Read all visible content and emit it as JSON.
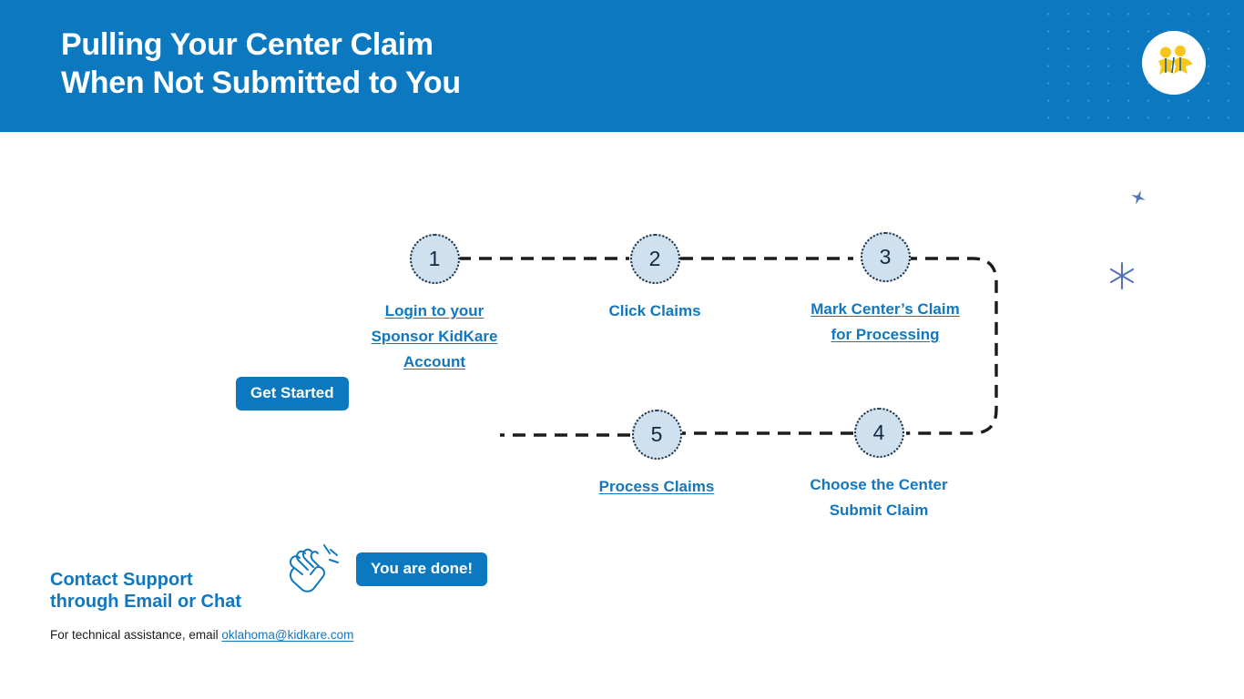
{
  "header": {
    "title": "Pulling Your Center Claim\nWhen Not Submitted to You",
    "logo_icon": "kidkare-two-figures-logo",
    "background_color": "#0b78bf",
    "title_color": "#ffffff"
  },
  "flow": {
    "start_badge": "Get Started",
    "end_badge": "You are done!",
    "clap_icon": "clapping-hands-icon",
    "circle_fill": "#cfe1ef",
    "circle_border": "#1b2b40",
    "label_color": "#1277bf",
    "steps": [
      {
        "number": "1",
        "label": "Login to your\nSponsor KidKare\nAccount",
        "is_link": true
      },
      {
        "number": "2",
        "label": "Click Claims",
        "is_link": false
      },
      {
        "number": "3",
        "label": "Mark Center’s\nClaim for\nProcessing",
        "is_link": true
      },
      {
        "number": "4",
        "label": "Choose the Center\nSubmit Claim",
        "is_link": false
      },
      {
        "number": "5",
        "label": "Process\nClaims",
        "is_link": true
      }
    ]
  },
  "footer": {
    "heading": "Contact Support\nthrough Email or Chat",
    "note_prefix": "For technical assistance, email ",
    "email": "oklahoma@kidkare.com "
  },
  "decor": {
    "sparkle_color": "#5673b5",
    "sparkle_small": "four-point-star-icon",
    "sparkle_large": "six-point-sparkle-icon"
  }
}
